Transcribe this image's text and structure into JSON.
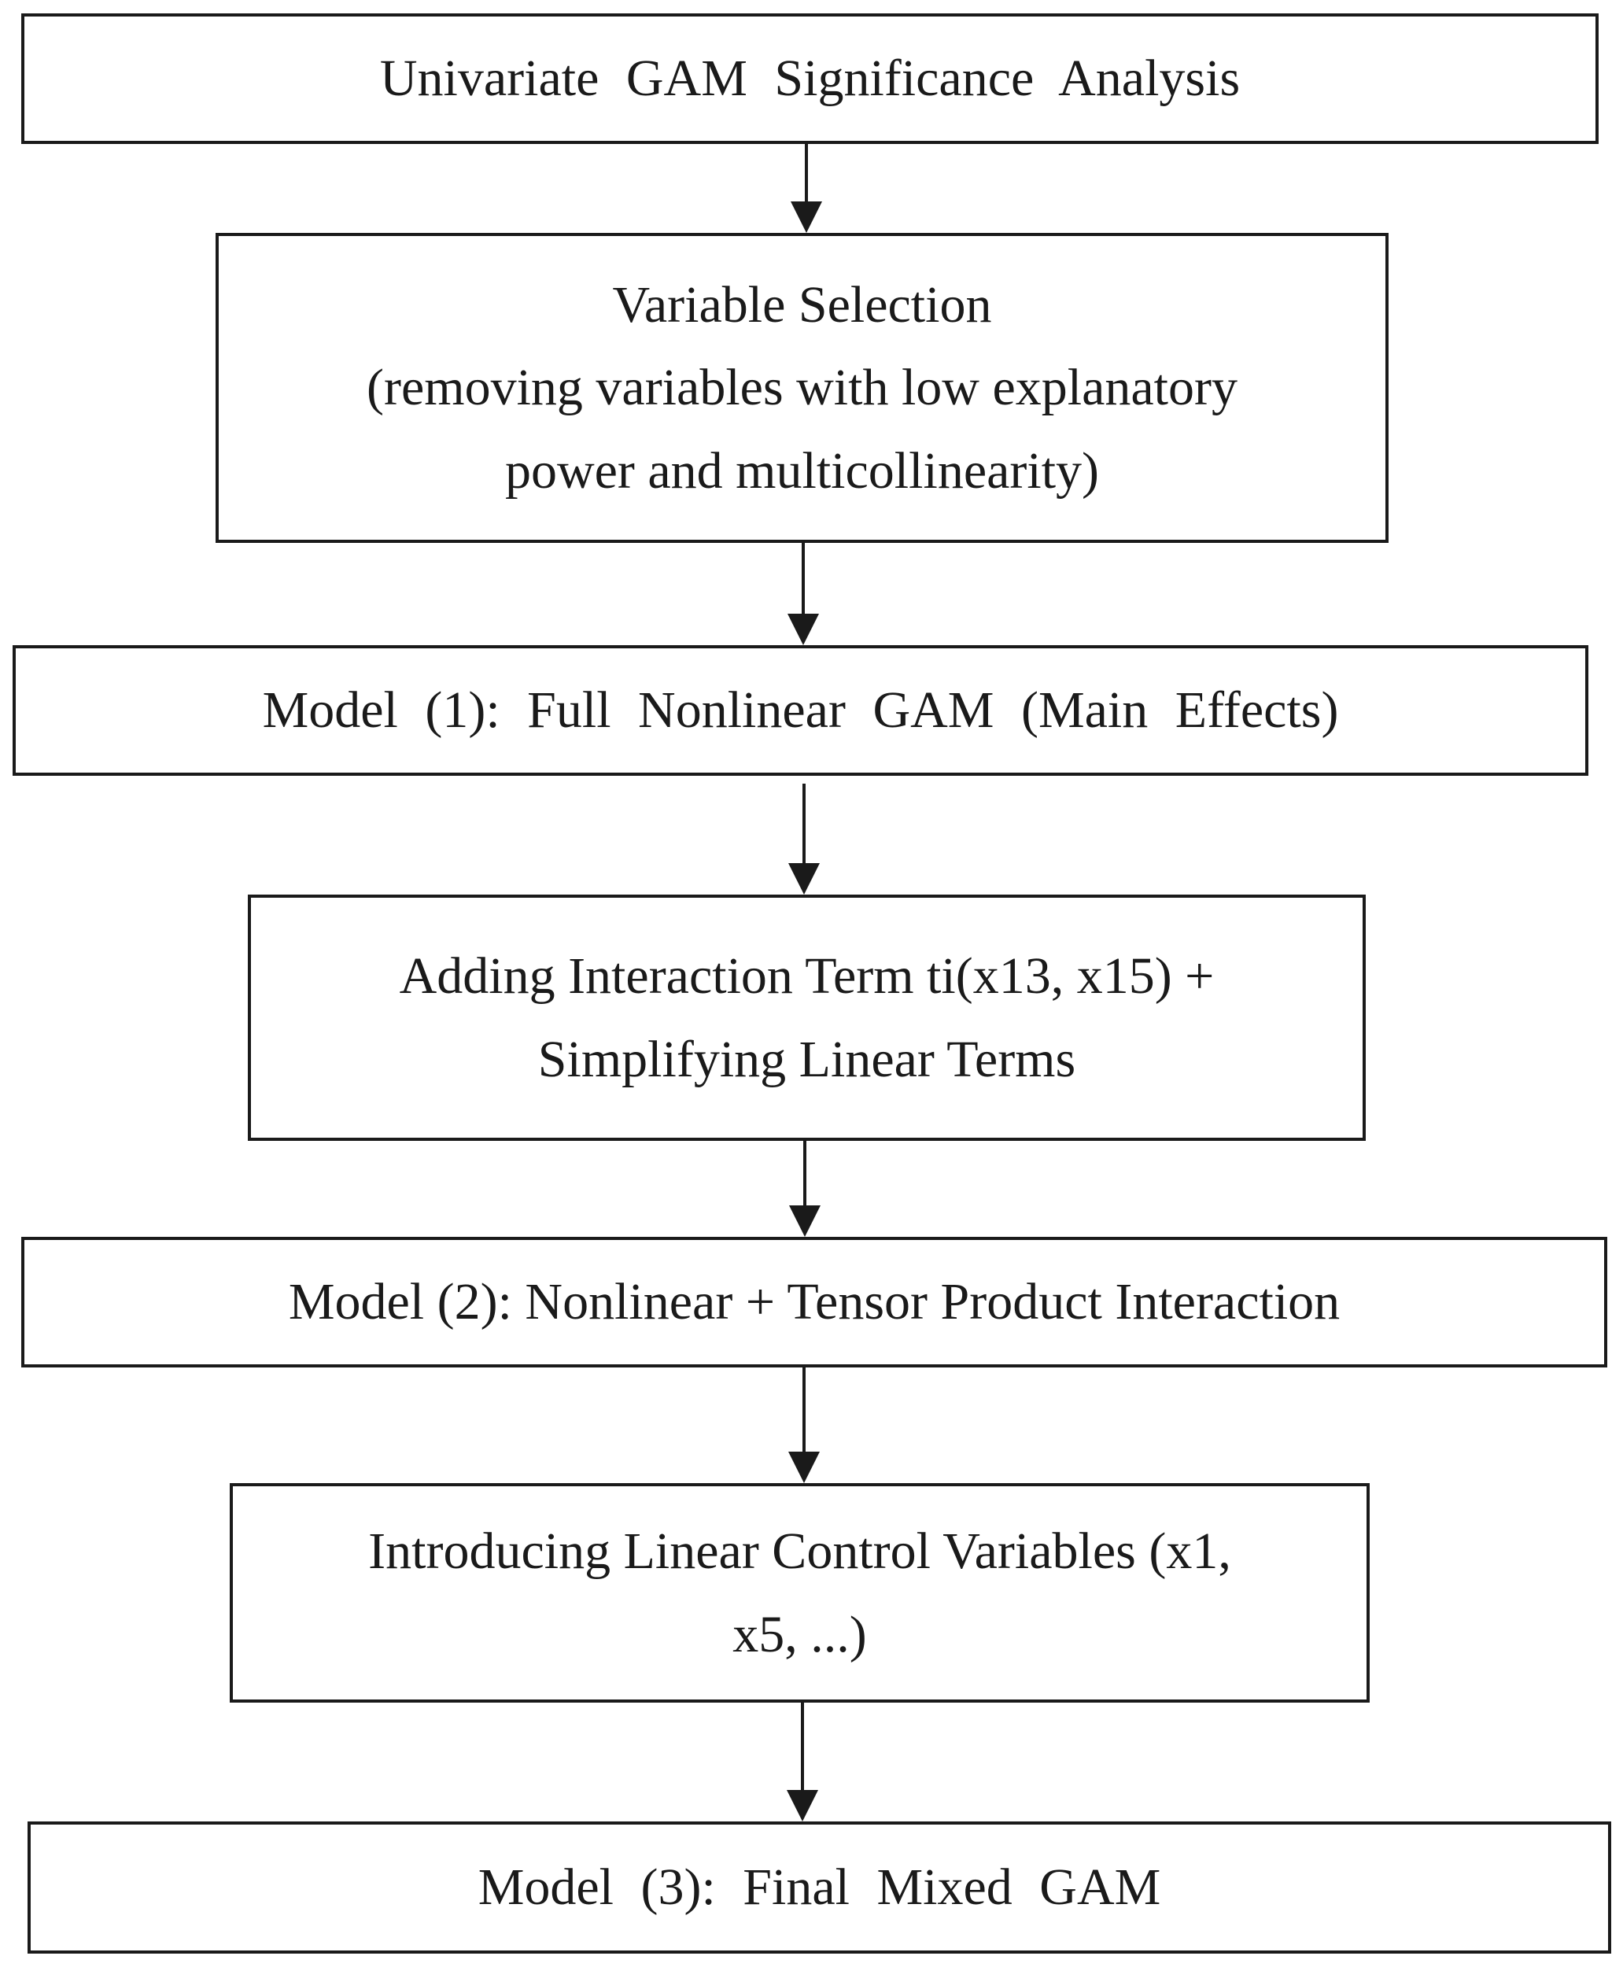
{
  "steps": [
    {
      "lines": [
        "Univariate  GAM  Significance  Analysis"
      ]
    },
    {
      "lines": [
        "Variable Selection",
        "(removing variables with low explanatory",
        "power and multicollinearity)"
      ]
    },
    {
      "lines": [
        "Model  (1):  Full  Nonlinear  GAM  (Main  Effects)"
      ]
    },
    {
      "lines": [
        "Adding Interaction Term ti(x13, x15) +",
        "Simplifying Linear Terms"
      ]
    },
    {
      "lines": [
        "Model (2): Nonlinear + Tensor Product Interaction"
      ]
    },
    {
      "lines": [
        "Introducing Linear Control Variables (x1,",
        "x5, ...)"
      ]
    },
    {
      "lines": [
        "Model  (3):  Final  Mixed  GAM"
      ]
    }
  ]
}
